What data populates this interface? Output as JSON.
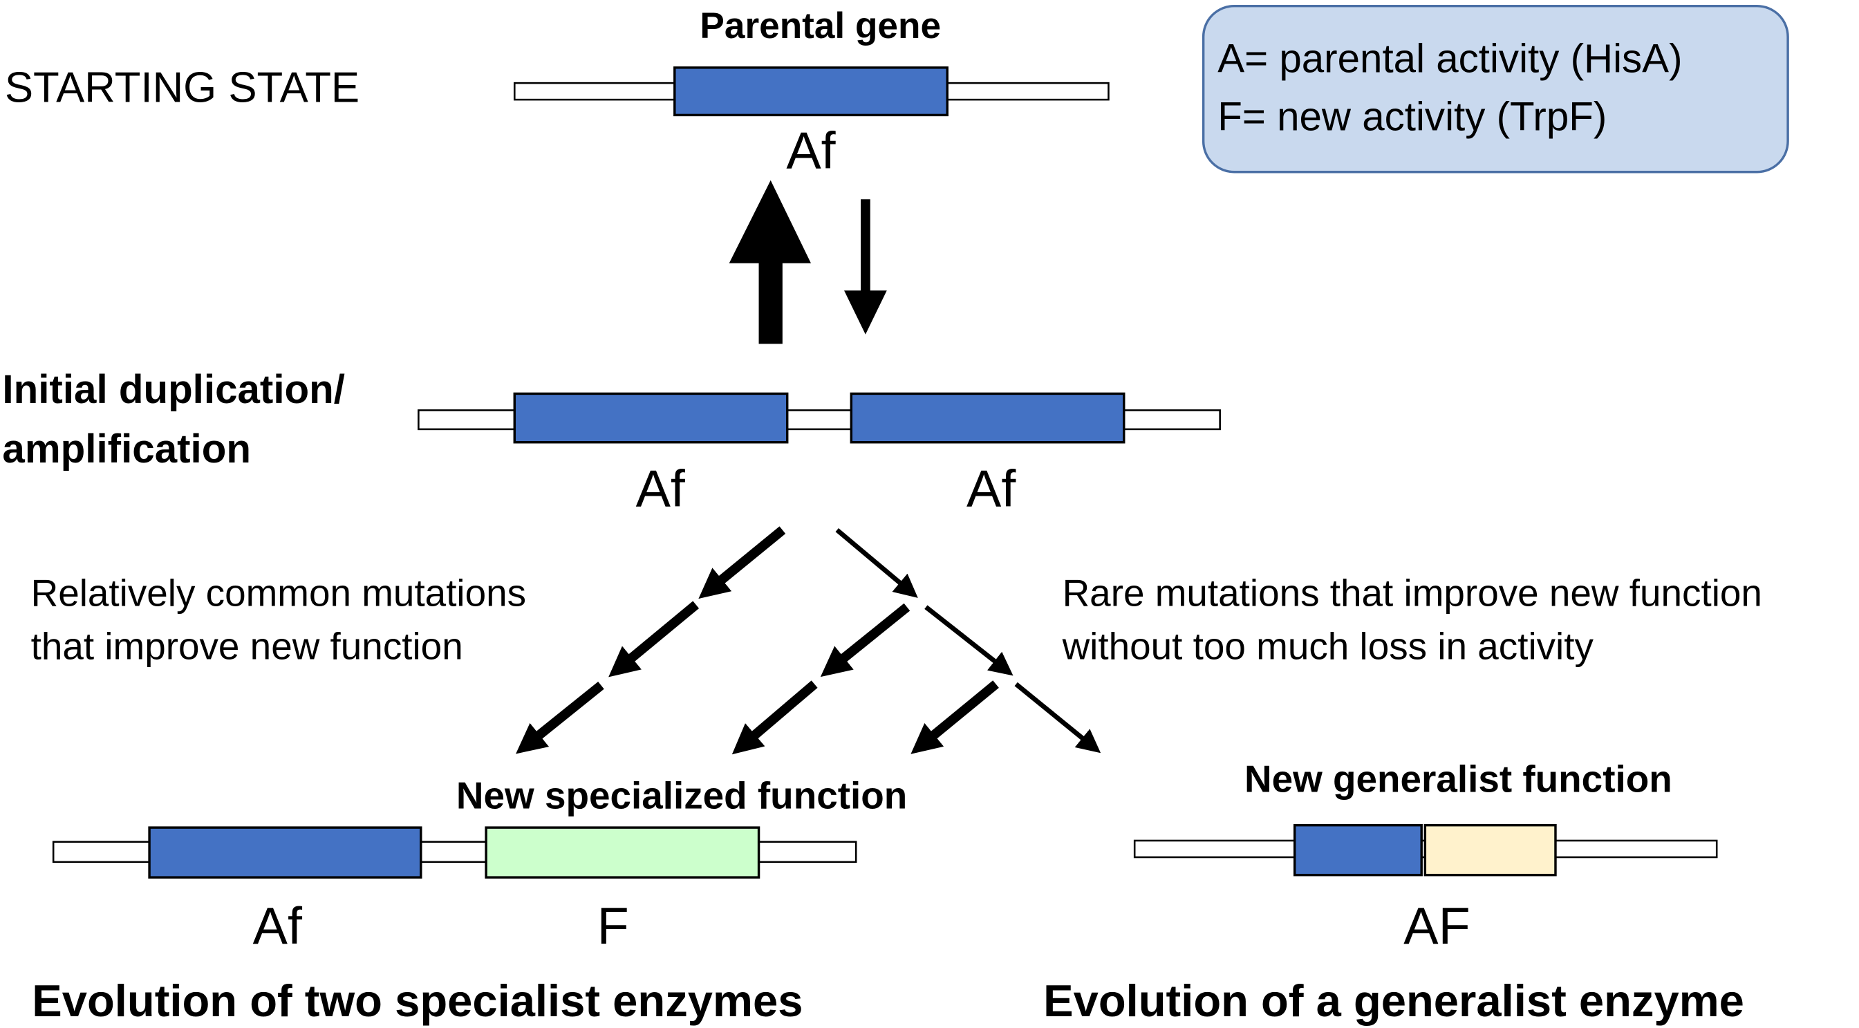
{
  "colors": {
    "parental": "#4472c4",
    "specialist": "#ccffcc",
    "generalist_new": "#fff2cc",
    "legend_fill": "#c9d9ee",
    "legend_stroke": "#4a6fa5"
  },
  "starting_state": {
    "label": "STARTING STATE",
    "title": "Parental gene",
    "gene_label": "Af"
  },
  "legend": {
    "line1": "A= parental activity (HisA)",
    "line2": "F= new activity (TrpF)"
  },
  "duplication": {
    "label_line1": "Initial duplication/",
    "label_line2": "amplification",
    "gene_labels": [
      "Af",
      "Af"
    ]
  },
  "mutations": {
    "left_line1": "Relatively common mutations",
    "left_line2": "that improve new function",
    "right_line1": "Rare mutations that improve new function",
    "right_line2": "without too much loss in activity"
  },
  "specialist": {
    "title": "New specialized function",
    "gene_labels": [
      "Af",
      "F"
    ],
    "caption": "Evolution of two specialist enzymes"
  },
  "generalist": {
    "title": "New generalist function",
    "gene_label": "AF",
    "caption": "Evolution of a generalist enzyme"
  }
}
